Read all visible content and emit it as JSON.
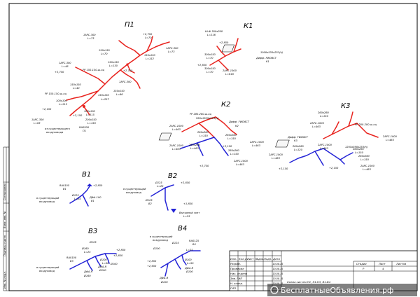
{
  "systems": {
    "p1": {
      "title": "П1",
      "labels": [
        "1АРС-300",
        "L=73",
        "+2,750",
        "L=70",
        "1АРС-300",
        "L=73",
        "150х150",
        "L=70",
        "150х150",
        "L=152",
        "1АРС-300",
        "L=48",
        "+2,750",
        "PP 150-150-ш-оц",
        "+2,750",
        "150х150",
        "L=130",
        "150х150",
        "L=40",
        "1АРС-300",
        "150х150",
        "L=66",
        "PP 150-150-ш-оц",
        "150х150",
        "L=257",
        "100х100",
        "L=115",
        "+2,150",
        "+2,150",
        "100х100",
        "L=115",
        "1АРС-300",
        "L=63",
        "из существующего",
        "воздуховода",
        "200х150",
        "L=150",
        "RA0200",
        "П1"
      ]
    },
    "k1": {
      "title": "К1",
      "labels": [
        "Ш-Ф 300х200",
        "L=216",
        "+2,850",
        "1000х530х253(h)",
        "Дифф. FWD6CT",
        "К1",
        "300х150",
        "L=70",
        "+2,650",
        "2АРС-1000",
        "L=616",
        "300х150",
        "L=70"
      ]
    },
    "k2": {
      "title": "К2",
      "labels": [
        "PP 280-280-ш-оц",
        "590х1205х253(h)",
        "Дифф. FWD6CT",
        "К2",
        "2АРС-1000",
        "L=463",
        "260х260",
        "L=150",
        "2АРС-1000",
        "L=463",
        "260х260",
        "L=463",
        "2АРС-1000",
        "L=463",
        "260х260",
        "L=150",
        "260х260",
        "L=150",
        "+2,750",
        "+2,150",
        "2АРС-1000",
        "L=463"
      ]
    },
    "k3": {
      "title": "К3",
      "labels": [
        "260х260",
        "L=150",
        "2АРС-1000",
        "L=463",
        "PP 200-200-ш-оц",
        "2АРС-1000",
        "L=463",
        "Дифф. FWD6CT",
        "К3",
        "260х260",
        "L=120",
        "1205х590х253(h)",
        "2АРС-1000",
        "L=463",
        "+2,150",
        "260х260",
        "L=150",
        "2АРС-1000",
        "L=463",
        "+2,150",
        "260х260",
        "L=150",
        "2АРС-1000",
        "L=463"
      ]
    },
    "b1": {
      "title": "В1",
      "labels": [
        "RA0105",
        "В1",
        "+2,850",
        "в существующий",
        "воздуховод",
        "Ø125",
        "L=25",
        "ДФА-100",
        "В1"
      ]
    },
    "b2": {
      "title": "В2",
      "labels": [
        "в существующий",
        "воздуховод",
        "Ø125",
        "L=25",
        "+2,850",
        "Ø125",
        "В2",
        "+1,850",
        "Вытяжной зонт",
        "L=25"
      ]
    },
    "b3": {
      "title": "В3",
      "labels": [
        "Ø125",
        "Ø160",
        "L=25",
        "+2,850",
        "+2,650",
        "RA0100",
        "В3",
        "в существующий",
        "воздуховод",
        "Ø100",
        "L=50",
        "ДФА-Я",
        "Ø100",
        "ДФА-Я",
        "Ø160",
        "Ø100"
      ]
    },
    "b4": {
      "title": "В4",
      "labels": [
        "в существующий",
        "воздуховод",
        "RA0125",
        "В4",
        "Ø125",
        "L=25",
        "Ø100",
        "+2,850",
        "+2,650",
        "Ø100",
        "L=50",
        "ДФА-Я",
        "Ø100",
        "ДФА-Я",
        "Ø100"
      ]
    }
  },
  "title_block": {
    "headers": [
      "Изм.",
      "Кол.уч",
      "Лист",
      "№док.",
      "Подп.",
      "Дата"
    ],
    "rows": [
      "Разраб.",
      "Проверил",
      "Нач. отдела",
      "Зав. ГИП",
      "Н. контр.",
      "ГИП"
    ],
    "dates": [
      "10.08.15",
      "10.08.15",
      "10.08.15",
      "10.08.15",
      "10.08.15",
      "10.08.15"
    ],
    "stage_labels": [
      "Стадия",
      "Лист",
      "Листов"
    ],
    "stage_value": "Р",
    "sheet_value": "4",
    "sheet_title": "Схема систем П1, К1-К3, В1-В4"
  },
  "side_stamp": {
    "labels": [
      "Инв. № подл.",
      "Подпись и дата",
      "Взам. инв. №",
      "Согласовано"
    ]
  },
  "watermark": {
    "text": "БесплатныеОбъявления.рф"
  },
  "colors": {
    "supply": "#e8231e",
    "exhaust": "#2424d6"
  }
}
